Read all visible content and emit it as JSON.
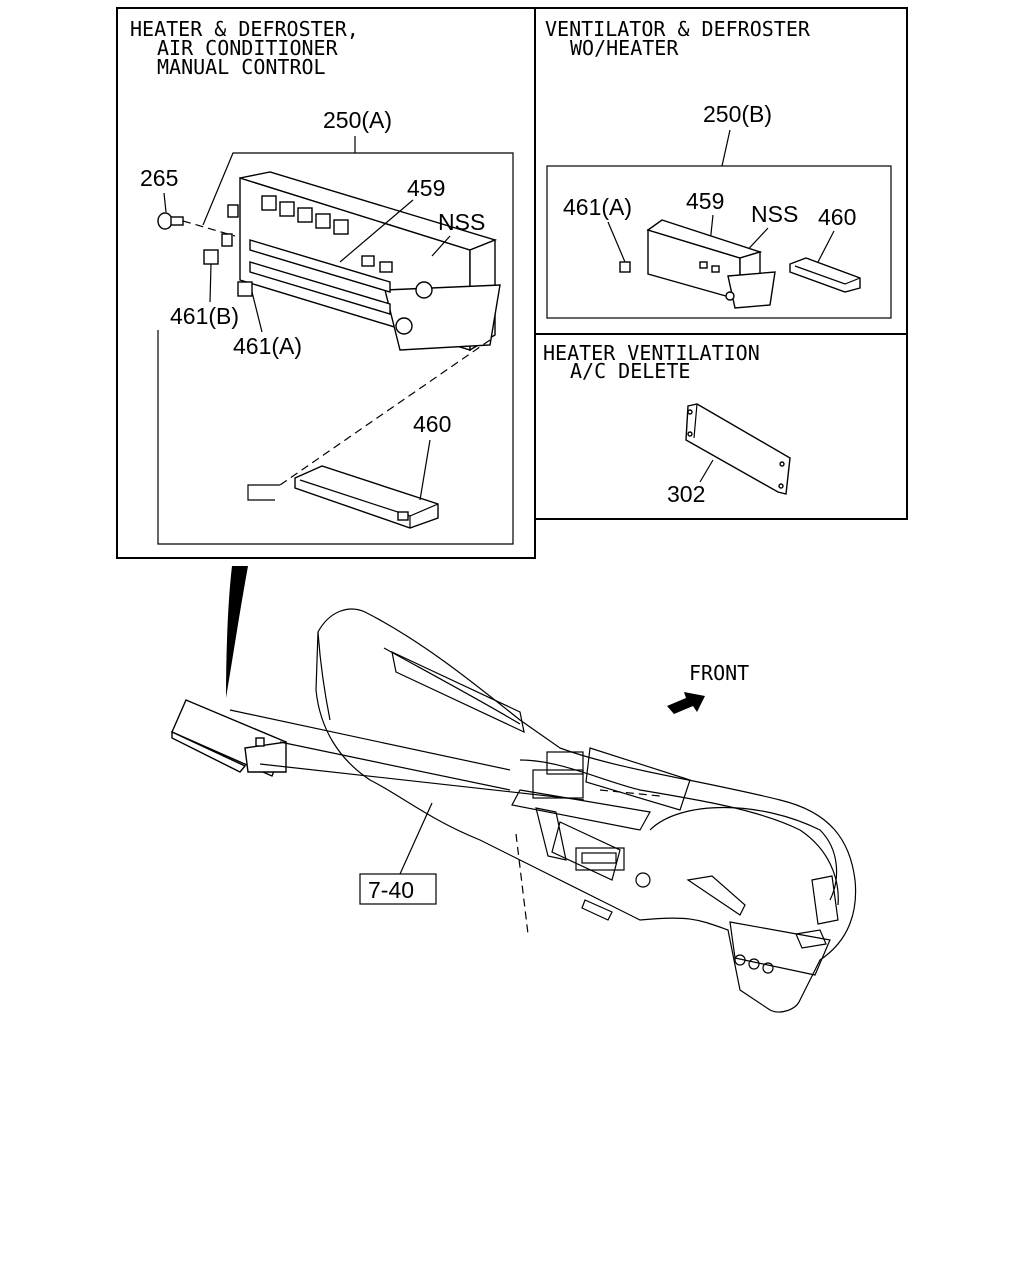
{
  "panel_a": {
    "title_lines": [
      "HEATER & DEFROSTER,",
      "AIR CONDITIONER",
      "MANUAL CONTROL"
    ],
    "callouts": {
      "assembly": "250(A)",
      "screw": "265",
      "panel": "459",
      "nss": "NSS",
      "knob_b": "461(B)",
      "knob_a": "461(A)",
      "control_unit": "460"
    }
  },
  "panel_b": {
    "title_lines": [
      "VENTILATOR & DEFROSTER",
      "WO/HEATER"
    ],
    "callouts": {
      "assembly": "250(B)",
      "knob_a": "461(A)",
      "panel": "459",
      "nss": "NSS",
      "control_unit": "460"
    }
  },
  "panel_c": {
    "title_lines": [
      "HEATER VENTILATION",
      "A/C DELETE"
    ],
    "callouts": {
      "cover": "302"
    }
  },
  "main": {
    "front_label": "FRONT",
    "dashboard_ref": "7-40"
  }
}
